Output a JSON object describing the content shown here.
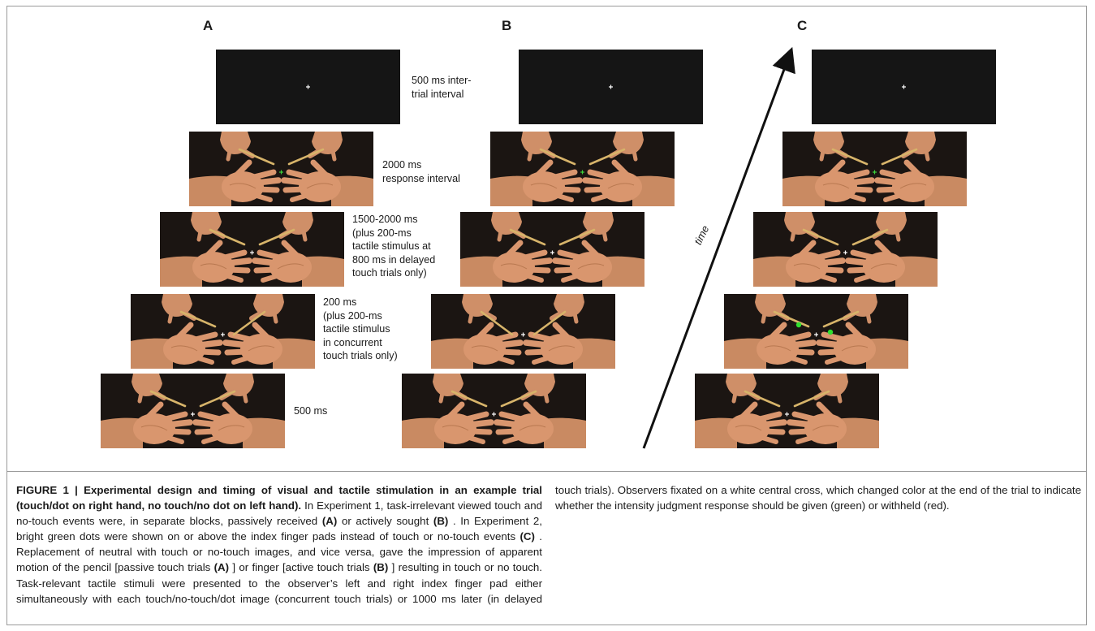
{
  "panel_labels": [
    "A",
    "B",
    "C"
  ],
  "timing_labels": [
    [
      "500 ms inter-",
      "trial interval"
    ],
    [
      "2000 ms",
      "response interval"
    ],
    [
      "1500-2000 ms",
      "(plus 200-ms",
      "tactile stimulus at",
      "800 ms in delayed",
      "touch trials only)"
    ],
    [
      "200 ms",
      "(plus 200-ms",
      "tactile stimulus",
      "in concurrent",
      "touch trials only)"
    ],
    [
      "500 ms"
    ]
  ],
  "time_axis_label": "time",
  "colors": {
    "fixation_white": "#ffffff",
    "fixation_green": "#3cd43c",
    "dot_green": "#2fe02f",
    "skin": "#d9966e",
    "pencil": "#d7b46a",
    "background": "#1b1512"
  },
  "caption": {
    "figure_id": "FIGURE 1 |",
    "title": "Experimental design and timing of visual and tactile stimulation in an example trial (touch/dot on right hand, no touch/no dot on left hand).",
    "text_1": "In Experiment 1, task-irrelevant viewed touch and no-touch events were, in separate blocks, passively received",
    "ref_a1": "(A)",
    "text_2": "or actively sought",
    "ref_b1": "(B)",
    "text_3": ". In Experiment 2, bright green dots were shown on or above the index finger pads instead of touch or no-touch events",
    "ref_c": "(C)",
    "text_4": ". Replacement of neutral with touch or no-touch images, and vice versa, gave the impression of apparent motion of the pencil [passive touch trials",
    "ref_a2": "(A)",
    "text_5": "] or finger [active touch trials",
    "ref_b2": "(B)",
    "text_6": "] resulting in touch or no touch. Task-relevant tactile stimuli were presented to the observer’s left and right index finger pad either simultaneously with each touch/no-touch/dot image (concurrent touch trials) or 1000 ms later (in delayed touch trials). Observers fixated on a white central cross, which changed color at the end of the trial to indicate whether the intensity judgment response should be given (green) or withheld (red)."
  }
}
